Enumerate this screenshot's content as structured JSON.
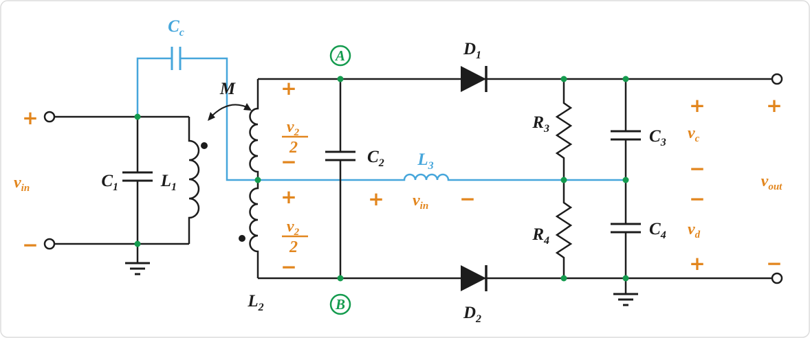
{
  "diagram": {
    "kind": "analog-circuit-schematic"
  },
  "colors": {
    "wire": "#1c1c1c",
    "label_orange": "#E2861E",
    "coupling_blue": "#46A6DB",
    "node_green": "#149B4E",
    "background": "#ffffff"
  },
  "signs": {
    "plus": "+",
    "minus": "−"
  },
  "labels": {
    "cc": {
      "base": "C",
      "sub": "c"
    },
    "m": "M",
    "c1": {
      "base": "C",
      "sub": "1"
    },
    "l1": {
      "base": "L",
      "sub": "1"
    },
    "l2": {
      "base": "L",
      "sub": "2"
    },
    "l3": {
      "base": "L",
      "sub": "3"
    },
    "c2": {
      "base": "C",
      "sub": "2"
    },
    "d1": {
      "base": "D",
      "sub": "1"
    },
    "d2": {
      "base": "D",
      "sub": "2"
    },
    "r3": {
      "base": "R",
      "sub": "3"
    },
    "r4": {
      "base": "R",
      "sub": "4"
    },
    "c3": {
      "base": "C",
      "sub": "3"
    },
    "c4": {
      "base": "C",
      "sub": "4"
    }
  },
  "nodes": {
    "a": "A",
    "b": "B"
  },
  "voltages": {
    "vin_source": {
      "base": "v",
      "sub": "in"
    },
    "vin_mid": {
      "base": "v",
      "sub": "in"
    },
    "v2_half": {
      "num_base": "v",
      "num_sub": "2",
      "den": "2"
    },
    "vc": {
      "base": "v",
      "sub": "c"
    },
    "vd": {
      "base": "v",
      "sub": "d"
    },
    "vout": {
      "base": "v",
      "sub": "out"
    }
  }
}
